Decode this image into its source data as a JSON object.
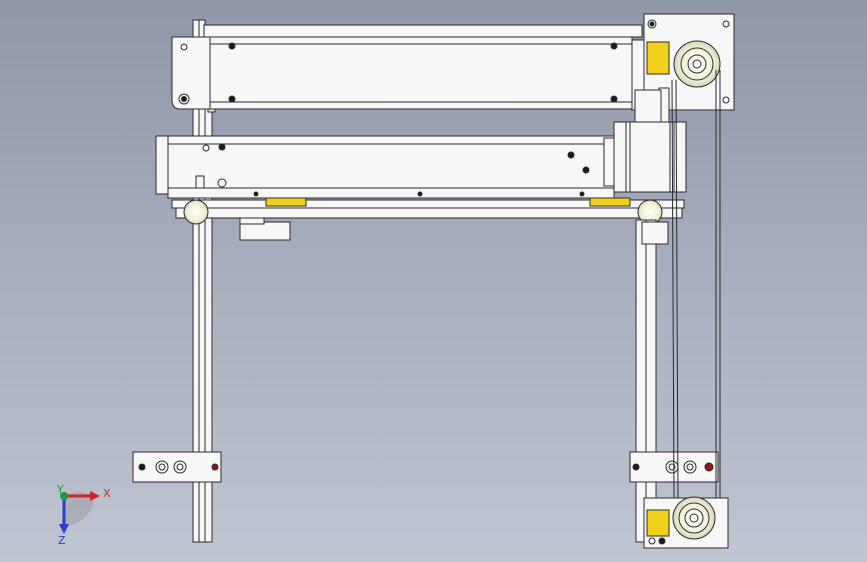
{
  "viewport": {
    "background_top": "#8f97a8",
    "background_bottom": "#bfc5d1"
  },
  "colors": {
    "part_fill": "#f7f7f7",
    "part_stroke": "#2a2a2a",
    "sensor_yellow": "#f2d11b",
    "pulley_fill": "#f3f3df",
    "hole_dark": "#1b1b1b",
    "axis_x": "#d0262b",
    "axis_y": "#1b9a3b",
    "axis_z": "#2a3ec9"
  },
  "assembly": {
    "top_beam": "top-guide-beam",
    "mid_carriage": "moving-carriage",
    "servo_motor": "servo-motor",
    "left_column": "left-vertical-rail",
    "right_column": "right-vertical-rail",
    "belt": "timing-belt",
    "top_pulley": "top-belt-pulley",
    "bottom_pulley": "bottom-belt-pulley"
  },
  "triad": {
    "x_label": "X",
    "y_label": "Y",
    "z_label": "Z",
    "icon": "coordinate-triad-icon"
  }
}
